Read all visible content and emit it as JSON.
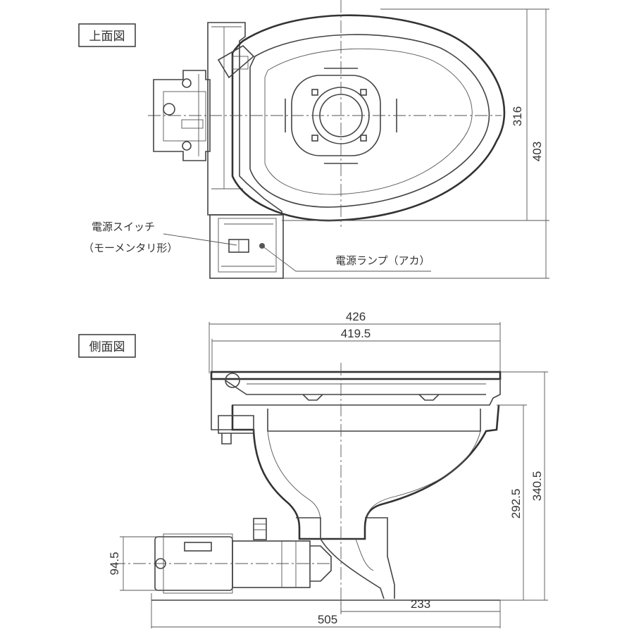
{
  "views": {
    "top_label": "上面図",
    "side_label": "側面図"
  },
  "callouts": {
    "power_switch": "電源スイッチ",
    "switch_type": "（モーメンタリ形）",
    "power_lamp": "電源ランプ（アカ）"
  },
  "dimensions": {
    "top_width_inner": "316",
    "top_width_outer": "403",
    "side_len_outer": "426",
    "side_len_inner": "419.5",
    "side_height_seat": "292.5",
    "side_height_total": "340.5",
    "pump_height": "94.5",
    "base_offset": "233",
    "total_length": "505"
  },
  "colors": {
    "line": "#444444",
    "background": "#ffffff"
  }
}
